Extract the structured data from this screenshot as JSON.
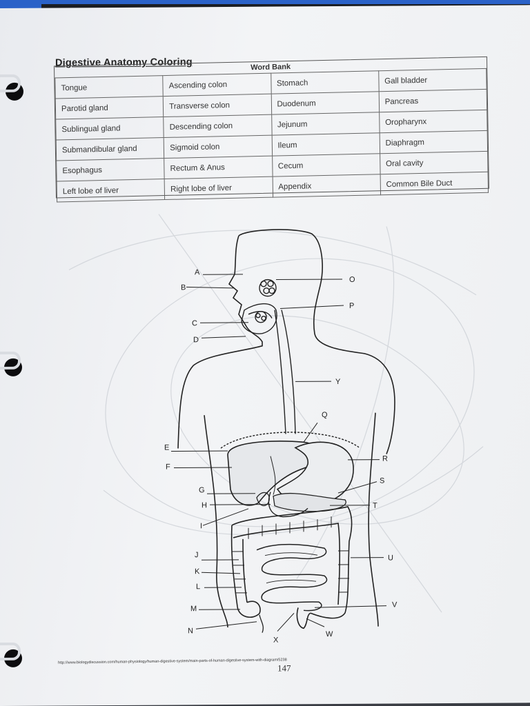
{
  "title": "Digestive Anatomy Coloring",
  "word_bank": {
    "heading": "Word Bank",
    "rows": [
      [
        "Tongue",
        "Ascending colon",
        "Stomach",
        "Gall bladder"
      ],
      [
        "Parotid gland",
        "Transverse colon",
        "Duodenum",
        "Pancreas"
      ],
      [
        "Sublingual gland",
        "Descending colon",
        "Jejunum",
        "Oropharynx"
      ],
      [
        "Submandibular gland",
        "Sigmoid colon",
        "Ileum",
        "Diaphragm"
      ],
      [
        "Esophagus",
        "Rectum & Anus",
        "Cecum",
        "Oral cavity"
      ],
      [
        "Left lobe of liver",
        "Right lobe of liver",
        "Appendix",
        "Common Bile Duct"
      ]
    ]
  },
  "labels": {
    "A": "A",
    "B": "B",
    "C": "C",
    "D": "D",
    "E": "E",
    "F": "F",
    "G": "G",
    "H": "H",
    "I": "I",
    "J": "J",
    "K": "K",
    "L": "L",
    "M": "M",
    "N": "N",
    "O": "O",
    "P": "P",
    "Q": "Q",
    "R": "R",
    "S": "S",
    "T": "T",
    "U": "U",
    "V": "V",
    "W": "W",
    "X": "X",
    "Y": "Y"
  },
  "source_url": "http://www.biologydiscussion.com/human-physiology/human-digestive-system/main-parts-of-human-digestive-system-with-diagram/5238",
  "page_number": "147"
}
